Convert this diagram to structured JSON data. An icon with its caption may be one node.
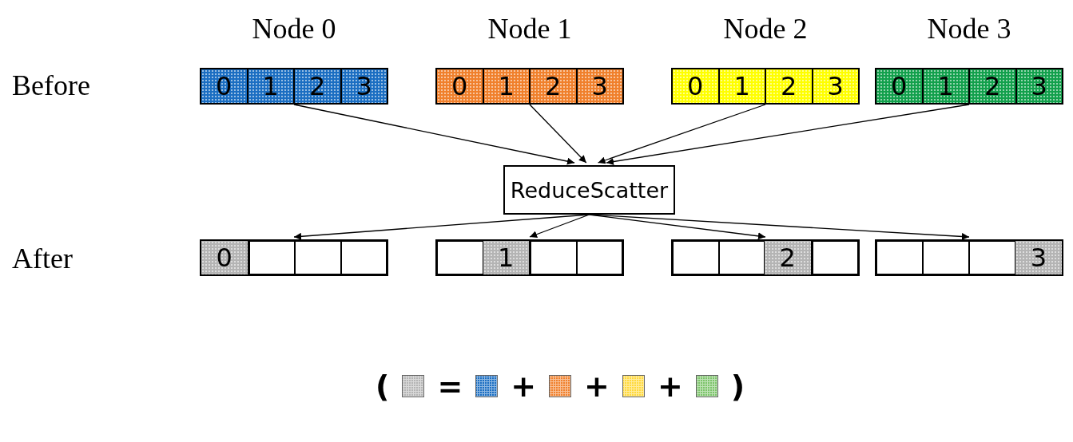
{
  "diagram": {
    "nodes": [
      {
        "text": [
          "Node 0"
        ]
      },
      {
        "text": [
          "0"
        ],
        "in": 0
      },
      {
        "text": [
          "1"
        ],
        "in": 0
      },
      {
        "text": [
          "2"
        ],
        "in": 0
      },
      {
        "text": [
          "3"
        ],
        "in": 0
      },
      {
        "text": [
          "Node 1"
        ]
      },
      {
        "text": [
          "0"
        ],
        "in": 5
      },
      {
        "text": [
          "1"
        ],
        "in": 5
      },
      {
        "text": [
          "2"
        ],
        "in": 5
      },
      {
        "text": [
          "3"
        ],
        "in": 5
      },
      {
        "text": [
          "Node 2"
        ]
      },
      {
        "text": [
          "0"
        ],
        "in": 10
      },
      {
        "text": [
          "1"
        ],
        "in": 10
      },
      {
        "text": [
          "2"
        ],
        "in": 10
      },
      {
        "text": [
          "3"
        ],
        "in": 10
      },
      {
        "text": [
          "Node 3"
        ]
      },
      {
        "text": [
          "0"
        ],
        "in": 15
      },
      {
        "text": [
          "1"
        ],
        "in": 15
      },
      {
        "text": [
          "2"
        ],
        "in": 15
      },
      {
        "text": [
          "3"
        ],
        "in": 15
      },
      {
        "text": [
          "ReduceScatter"
        ]
      },
      {
        "text": [],
        "shape": "bar"
      },
      {
        "text": [
          "0"
        ],
        "in": 21
      },
      {
        "text": [],
        "shape": "box",
        "in": 21
      },
      {
        "text": [],
        "shape": "box",
        "in": 21
      },
      {
        "text": [],
        "shape": "box",
        "in": 21
      },
      {
        "text": [],
        "shape": "bar"
      },
      {
        "text": [],
        "shape": "box",
        "in": 26
      },
      {
        "text": [
          "1"
        ],
        "in": 26
      },
      {
        "text": [],
        "shape": "box",
        "in": 26
      },
      {
        "text": [],
        "shape": "box",
        "in": 26
      },
      {
        "text": [],
        "shape": "bar"
      },
      {
        "text": [],
        "shape": "box",
        "in": 31
      },
      {
        "text": [],
        "shape": "box",
        "in": 31
      },
      {
        "text": [
          "2"
        ],
        "in": 31
      },
      {
        "text": [],
        "shape": "box",
        "in": 31
      },
      {
        "text": [],
        "shape": "bar"
      },
      {
        "text": [],
        "shape": "box",
        "in": 36
      },
      {
        "text": [],
        "shape": "box",
        "in": 36
      },
      {
        "text": [],
        "shape": "box",
        "in": 36
      },
      {
        "text": [
          "3"
        ],
        "in": 36
      }
    ],
    "edges": [
      {
        "from": 0,
        "to": 20,
        "arrow": "to"
      },
      {
        "from": 5,
        "to": 20,
        "arrow": "to"
      },
      {
        "from": 10,
        "to": 20,
        "arrow": "to"
      },
      {
        "from": 15,
        "to": 20,
        "arrow": "to"
      },
      {
        "from": 20,
        "to": 21,
        "arrow": "to"
      },
      {
        "from": 20,
        "to": 26,
        "arrow": "to"
      },
      {
        "from": 20,
        "to": 31,
        "arrow": "to"
      },
      {
        "from": 20,
        "to": 36,
        "arrow": "to"
      }
    ],
    "labels": [
      "Before",
      "After",
      "(",
      "=",
      "+",
      "+",
      "+",
      ")"
    ]
  }
}
